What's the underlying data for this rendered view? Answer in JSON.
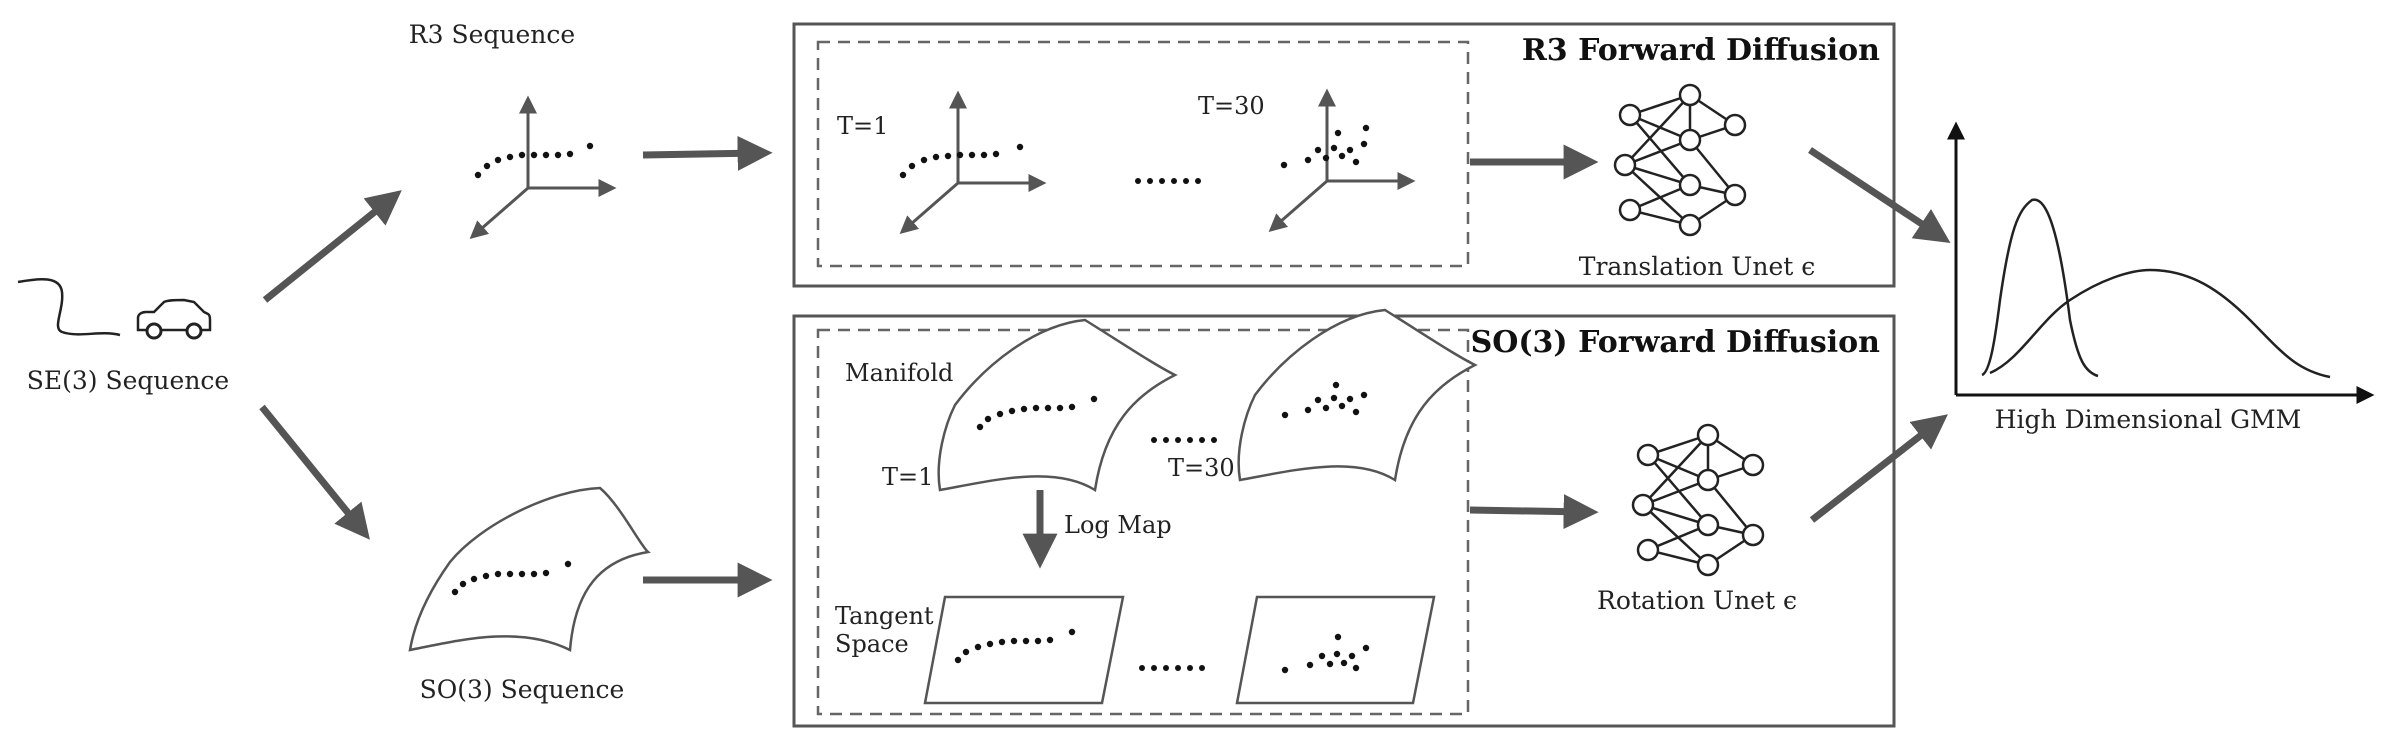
{
  "labels": {
    "r3_sequence": "R3 Sequence",
    "se3_sequence": "SE(3) Sequence",
    "so3_sequence": "SO(3) Sequence",
    "r3_forward_title": "R3 Forward Diffusion",
    "so3_forward_title": "SO(3) Forward Diffusion",
    "t1_top": "T=1",
    "t30_top": "T=30",
    "manifold": "Manifold",
    "t1_bottom": "T=1",
    "t30_bottom": "T=30",
    "log_map": "Log Map",
    "tangent_line1": "Tangent",
    "tangent_line2": "Space",
    "translation_unet": "Translation Unet ϵ",
    "rotation_unet": "Rotation Unet ϵ",
    "gmm": "High Dimensional GMM"
  },
  "icons": {
    "vehicle": "car-icon",
    "network": "neural-network-icon"
  },
  "colors": {
    "arrow": "#555555",
    "ink": "#222222"
  }
}
